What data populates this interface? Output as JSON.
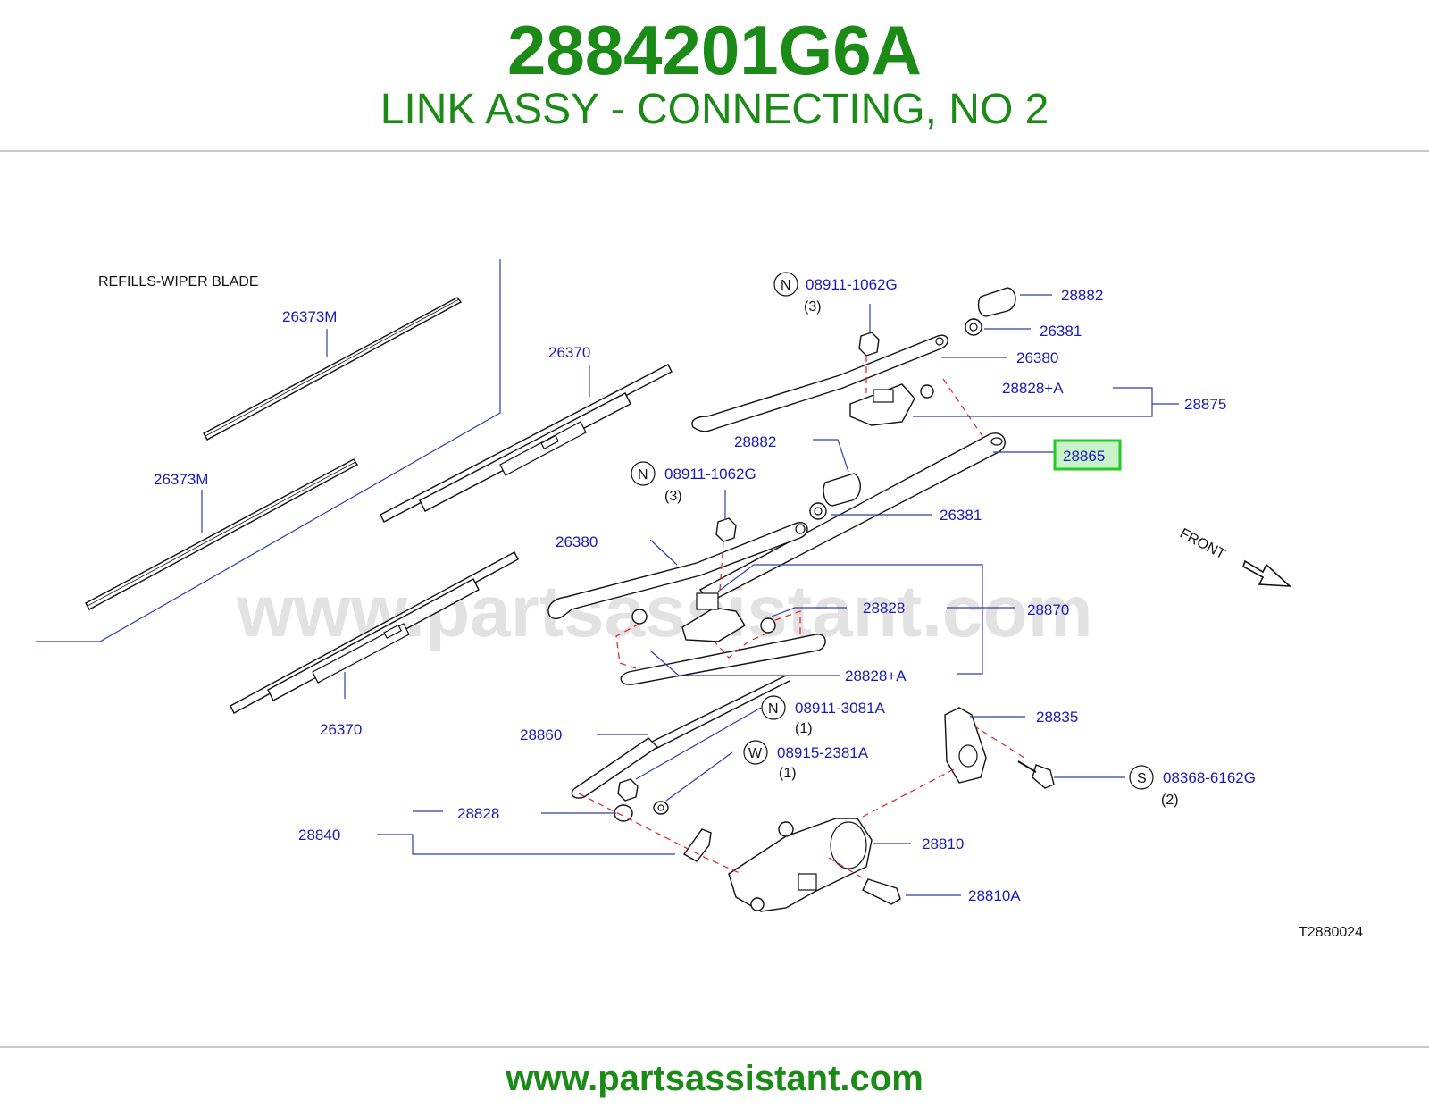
{
  "header": {
    "part_number": "2884201G6A",
    "description": "LINK ASSY - CONNECTING, NO 2"
  },
  "footer": {
    "url": "www.partsassistant.com"
  },
  "watermark": "www.partsassistant.com",
  "colors": {
    "brand_green": "#1b8a16",
    "label_blue": "#1a1ab8",
    "leader_blue": "#2b3fa8",
    "dash_red": "#e02020",
    "highlight_green": "#22cc22"
  },
  "diagram": {
    "caption": "REFILLS-WIPER  BLADE",
    "front_label": "FRONT",
    "drawing_code": "T2880024",
    "highlighted_part": "28865",
    "labels": {
      "refill_upper": "26373M",
      "refill_lower": "26373M",
      "blade_upper": "26370",
      "blade_lower": "26370",
      "nut_upper": "08911-1062G",
      "nut_upper_qty": "(3)",
      "nut_mid": "08911-1062G",
      "nut_mid_qty": "(3)",
      "cap_upper": "28882",
      "cap_mid": "28882",
      "washer_upper": "26381",
      "washer_mid": "26381",
      "arm_upper": "26380",
      "arm_mid": "26380",
      "pivot_upper": "28828+A",
      "pivot_assy_upper": "28875",
      "link_no2": "28865",
      "bush_mid": "28828",
      "pivot_assy_mid": "28870",
      "pivot_mid": "28828+A",
      "link_no1": "28860",
      "nut_lower": "08911-3081A",
      "nut_lower_qty": "(1)",
      "washer_lower": "08915-2381A",
      "washer_lower_qty": "(1)",
      "bush_lower": "28828",
      "linkage_assy": "28840",
      "bracket": "28835",
      "bolt_bracket": "08368-6162G",
      "bolt_bracket_qty": "(2)",
      "motor": "28810",
      "motor_bolt": "28810A"
    },
    "circles": {
      "N": "N",
      "W": "W",
      "S": "S"
    }
  }
}
